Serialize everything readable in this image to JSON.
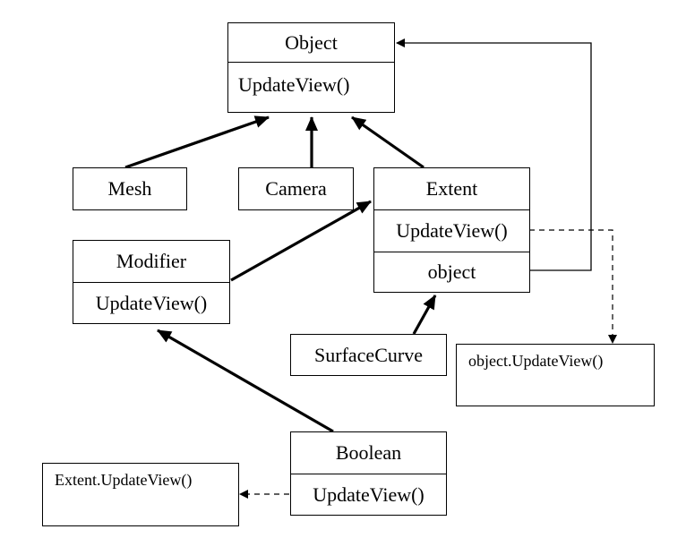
{
  "classes": {
    "object": {
      "name": "Object",
      "method": "UpdateView()"
    },
    "mesh": {
      "name": "Mesh"
    },
    "camera": {
      "name": "Camera"
    },
    "extent": {
      "name": "Extent",
      "method": "UpdateView()",
      "field": "object"
    },
    "modifier": {
      "name": "Modifier",
      "method": "UpdateView()"
    },
    "surface_curve": {
      "name": "SurfaceCurve"
    },
    "boolean": {
      "name": "Boolean",
      "method": "UpdateView()"
    }
  },
  "notes": {
    "extent_impl": "object.UpdateView()",
    "boolean_impl": "Extent.UpdateView()"
  },
  "relations": [
    {
      "from": "Mesh",
      "to": "Object",
      "kind": "inheritance"
    },
    {
      "from": "Camera",
      "to": "Object",
      "kind": "inheritance"
    },
    {
      "from": "Extent",
      "to": "Object",
      "kind": "inheritance"
    },
    {
      "from": "Modifier",
      "to": "Extent",
      "kind": "inheritance"
    },
    {
      "from": "SurfaceCurve",
      "to": "Extent",
      "kind": "inheritance"
    },
    {
      "from": "Boolean",
      "to": "Modifier",
      "kind": "inheritance"
    },
    {
      "from": "Extent.object",
      "to": "Object",
      "kind": "reference"
    },
    {
      "from": "Extent.UpdateView()",
      "to": "object.UpdateView()",
      "kind": "implementation-note"
    },
    {
      "from": "Boolean.UpdateView()",
      "to": "Extent.UpdateView()",
      "kind": "implementation-note"
    }
  ]
}
